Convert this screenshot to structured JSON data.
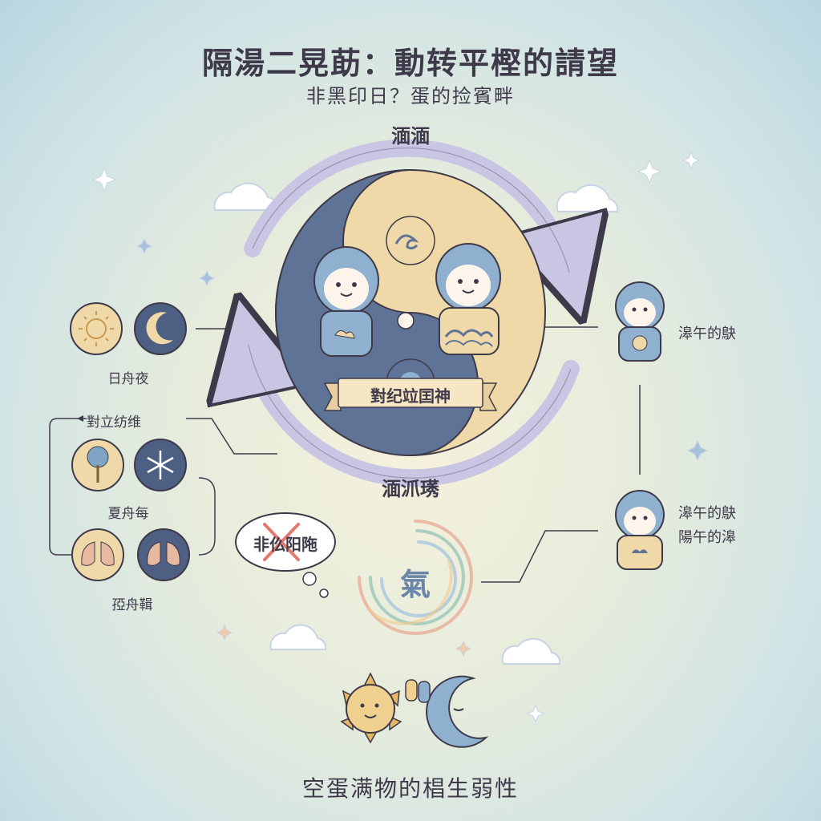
{
  "header": {
    "title": "隔湯二晃莇：動转平樫的請望",
    "subtitle": "非黑印日？蛋的捡賓畔"
  },
  "cycle": {
    "top_label": "湎湎",
    "bottom_label": "湎沠璓",
    "banner": "對纪竝囯神"
  },
  "left_panel": {
    "day_night_label": "日舟夜",
    "opposition_label": "對立纺维",
    "season_label": "夏舟每",
    "organ_label": "孲舟䩰"
  },
  "right_panel": {
    "figure_top_label": "滜午的鴃",
    "figure_bottom_label_1": "滜午的鴃",
    "figure_bottom_label_2": "陽午的滜"
  },
  "thought_bubble": {
    "text": "非仫阳陁"
  },
  "qi": {
    "text": "氣"
  },
  "footer": {
    "text": "空蛋满物的椙生弱性"
  },
  "colors": {
    "yin": "#5e7396",
    "yang": "#f0d9a8",
    "arrow": "#c9c6e4",
    "outline": "#3f3a4a",
    "figure": "#8fb0cf"
  }
}
